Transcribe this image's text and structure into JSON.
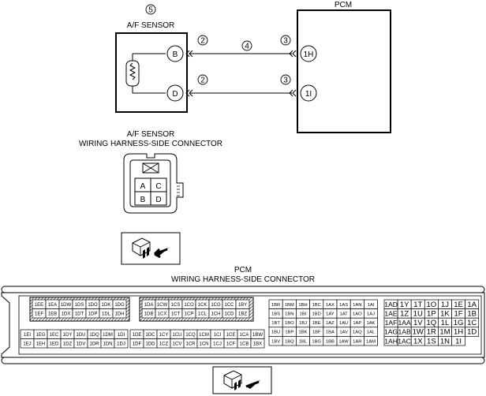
{
  "schematic": {
    "sensor_title": "A/F SENSOR",
    "sensor_callout": "5",
    "pcm_title": "PCM",
    "sensor_pins": [
      "B",
      "D"
    ],
    "pcm_pins": [
      "1H",
      "1I"
    ],
    "sensor_side_callouts": [
      "2",
      "2"
    ],
    "pcm_side_callouts": [
      "3",
      "3"
    ],
    "wire_callout": "4"
  },
  "sensor_connector": {
    "title_line1": "A/F SENSOR",
    "title_line2": "WIRING HARNESS-SIDE CONNECTOR",
    "cells": [
      "A",
      "C",
      "B",
      "D"
    ]
  },
  "pcm_connector": {
    "title_line1": "PCM",
    "title_line2": "WIRING HARNESS-SIDE CONNECTOR",
    "blocks": [
      {
        "rows": [
          [
            "1EE",
            "1EA",
            "1DW",
            "1DS",
            "1DO",
            "1DK",
            "1DG"
          ],
          [
            "1EF",
            "1EB",
            "1DX",
            "1DT",
            "1DP",
            "1DL",
            "1DH"
          ]
        ]
      },
      {
        "rows": [
          [
            "1DA",
            "1CW",
            "1CS",
            "1CO",
            "1CK",
            "1CG",
            "1CC",
            "1BY"
          ],
          [
            "1DB",
            "1CX",
            "1CT",
            "1CP",
            "1CL",
            "1CH",
            "1CD",
            "1BZ"
          ]
        ]
      },
      {
        "rows": [
          [
            "1EI",
            "1EG",
            "1EC",
            "1DY",
            "1DU",
            "1DQ",
            "1DM",
            "1DI"
          ],
          [
            "1EJ",
            "1EH",
            "1ED",
            "1DZ",
            "1DV",
            "1DR",
            "1DN",
            "1DJ"
          ]
        ]
      },
      {
        "rows": [
          [
            "1DE",
            "1DC",
            "1CY",
            "1CU",
            "1CQ",
            "1CM",
            "1CI",
            "1CE",
            "1CA",
            "1BW"
          ],
          [
            "1DF",
            "1DD",
            "1CZ",
            "1CV",
            "1CR",
            "1CN",
            "1CJ",
            "1CF",
            "1CB",
            "1BX"
          ]
        ]
      },
      {
        "rows": [
          [
            "1BR",
            "1BM",
            "1BH",
            "1BC",
            "1AX",
            "1AS",
            "1AN",
            "1AI"
          ],
          [
            "1BS",
            "1BN",
            "1BI",
            "1BD",
            "1AY",
            "1AT",
            "1AO",
            "1AJ"
          ],
          [
            "1BT",
            "1BO",
            "1BJ",
            "1BE",
            "1AZ",
            "1AU",
            "1AP",
            "1AK"
          ],
          [
            "1BU",
            "1BP",
            "1BK",
            "1BF",
            "1BA",
            "1AV",
            "1AQ",
            "1AL"
          ],
          [
            "1BV",
            "1BQ",
            "1BL",
            "1BG",
            "1BB",
            "1AW",
            "1AR",
            "1AM"
          ]
        ]
      },
      {
        "rows": [
          [
            "1AD",
            "1Y",
            "1T",
            "1O",
            "1J",
            "1E",
            "1A"
          ],
          [
            "1AE",
            "1Z",
            "1U",
            "1P",
            "1K",
            "1F",
            "1B"
          ],
          [
            "1AF",
            "1AA",
            "1V",
            "1Q",
            "1L",
            "1G",
            "1C"
          ],
          [
            "1AG",
            "1AB",
            "1W",
            "1R",
            "1M",
            "1H",
            "1D"
          ],
          [
            "1AH",
            "1AC",
            "1X",
            "1S",
            "1N",
            "1I"
          ]
        ]
      }
    ]
  }
}
